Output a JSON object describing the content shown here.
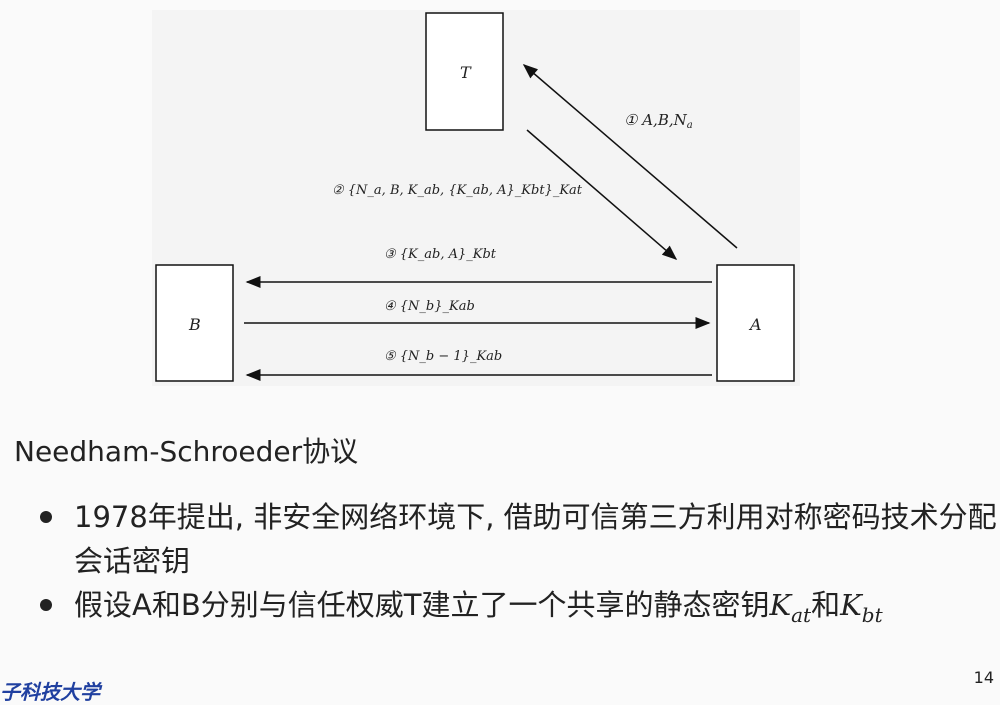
{
  "diagram": {
    "nodes": {
      "T": "T",
      "A": "A",
      "B": "B"
    },
    "messages": {
      "m1": "① A,B,N",
      "m1_sub": "a",
      "m2": "② {N_a, B, K_ab, {K_ab, A}_Kbt}_Kat",
      "m3": "③ {K_ab, A}_Kbt",
      "m4": "④ {N_b}_Kab",
      "m5": "⑤ {N_b − 1}_Kab"
    }
  },
  "title": "Needham-Schroeder协议",
  "bullets": [
    {
      "text": "1978年提出, 非安全网络环境下, 借助可信第三方利用对称密码技术分配会话密钥"
    },
    {
      "text": "假设A和B分别与信任权威T建立了一个共享的静态密钥",
      "k1": "K",
      "k1_sub": "at",
      "joiner": "和",
      "k2": "K",
      "k2_sub": "bt"
    }
  ],
  "page_number": "14",
  "logo": "子科技大学"
}
